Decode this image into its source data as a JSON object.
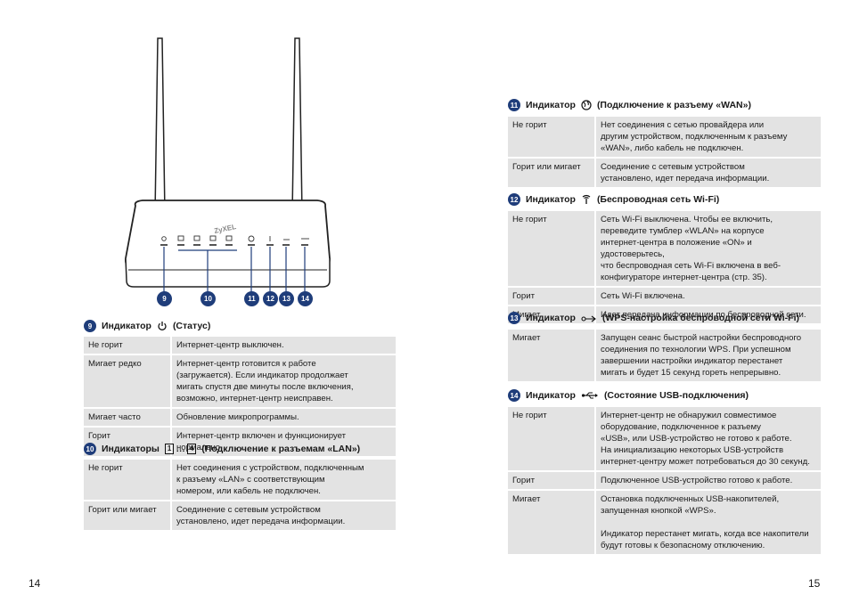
{
  "router": {
    "brand": "ZyXEL",
    "callouts": [
      "9",
      "10",
      "11",
      "12",
      "13",
      "14"
    ]
  },
  "sections": {
    "s9": {
      "num": "9",
      "title_pre": "Индикатор",
      "title_post": "(Статус)",
      "icon": "power-icon",
      "rows": [
        {
          "k": "Не горит",
          "v": "Интернет-центр выключен."
        },
        {
          "k": "Мигает редко",
          "v": "Интернет-центр готовится к работе\n(загружается). Если индикатор продолжает\nмигать спустя две минуты после включения,\nвозможно, интернет-центр неисправен."
        },
        {
          "k": "Мигает часто",
          "v": "Обновление микропрограммы."
        },
        {
          "k": "Горит",
          "v": "Интернет-центр включен и функционирует нормально."
        }
      ]
    },
    "s10": {
      "num": "10",
      "title_pre": "Индикаторы",
      "range_a": "1",
      "range_sep": "…",
      "range_b": "4",
      "title_post": "(Подключение к разъемам «LAN»)",
      "icon": "lan-port-icon",
      "rows": [
        {
          "k": "Не горит",
          "v": "Нет соединения с устройством, подключенным\nк разъему «LAN» с соответствующим\nномером, или кабель не подключен."
        },
        {
          "k": "Горит или мигает",
          "v": "Соединение с сетевым устройством\nустановлено, идет передача информации."
        }
      ]
    },
    "s11": {
      "num": "11",
      "title_pre": "Индикатор",
      "title_post": "(Подключение к разъему «WAN»)",
      "icon": "globe-icon",
      "rows": [
        {
          "k": "Не горит",
          "v": "Нет соединения с сетью провайдера или\nдругим устройством, подключенным к разъему\n«WAN», либо кабель не подключен."
        },
        {
          "k": "Горит или мигает",
          "v": "Соединение с сетевым устройством\nустановлено, идет передача информации."
        }
      ]
    },
    "s12": {
      "num": "12",
      "title_pre": "Индикатор",
      "title_post": "(Беспроводная сеть Wi-Fi)",
      "icon": "wifi-antenna-icon",
      "rows": [
        {
          "k": "Не горит",
          "v": "Сеть Wi-Fi выключена. Чтобы ее включить,\nпереведите тумблер «WLAN» на корпусе\nинтернет-центра в положение «ON» и удостоверьтесь,\nчто беспроводная сеть Wi-Fi включена в веб-\nконфигураторе интернет-центра (стр. 35)."
        },
        {
          "k": "Горит",
          "v": "Сеть Wi-Fi включена."
        },
        {
          "k": "Мигает",
          "v": "Идет передача информации по беспроводной сети."
        }
      ]
    },
    "s13": {
      "num": "13",
      "title_pre": "Индикатор",
      "title_post": "(WPS-настройка беспроводной сети Wi-Fi)",
      "icon": "wps-icon",
      "rows": [
        {
          "k": "Мигает",
          "v": "Запущен сеанс быстрой настройки беспроводного\nсоединения по технологии WPS. При успешном\nзавершении настройки индикатор перестанет\nмигать и будет 15 секунд гореть непрерывно."
        }
      ]
    },
    "s14": {
      "num": "14",
      "title_pre": "Индикатор",
      "title_post": "(Состояние USB-подключения)",
      "icon": "usb-icon",
      "rows": [
        {
          "k": "Не горит",
          "v": "Интернет-центр не обнаружил совместимое\nоборудование, подключенное к разъему\n«USB», или USB-устройство не готово к работе.\nНа инициализацию некоторых USB-устройств\nинтернет-центру может потребоваться до 30 секунд."
        },
        {
          "k": "Горит",
          "v": "Подключенное USB-устройство готово к работе."
        },
        {
          "k": "Мигает",
          "v": "Остановка подключенных USB-накопителей,\nзапущенная кнопкой «WPS».\n\nИндикатор перестанет мигать, когда все накопители\nбудут готовы к безопасному отключению."
        }
      ]
    }
  },
  "pages": {
    "left": "14",
    "right": "15"
  }
}
